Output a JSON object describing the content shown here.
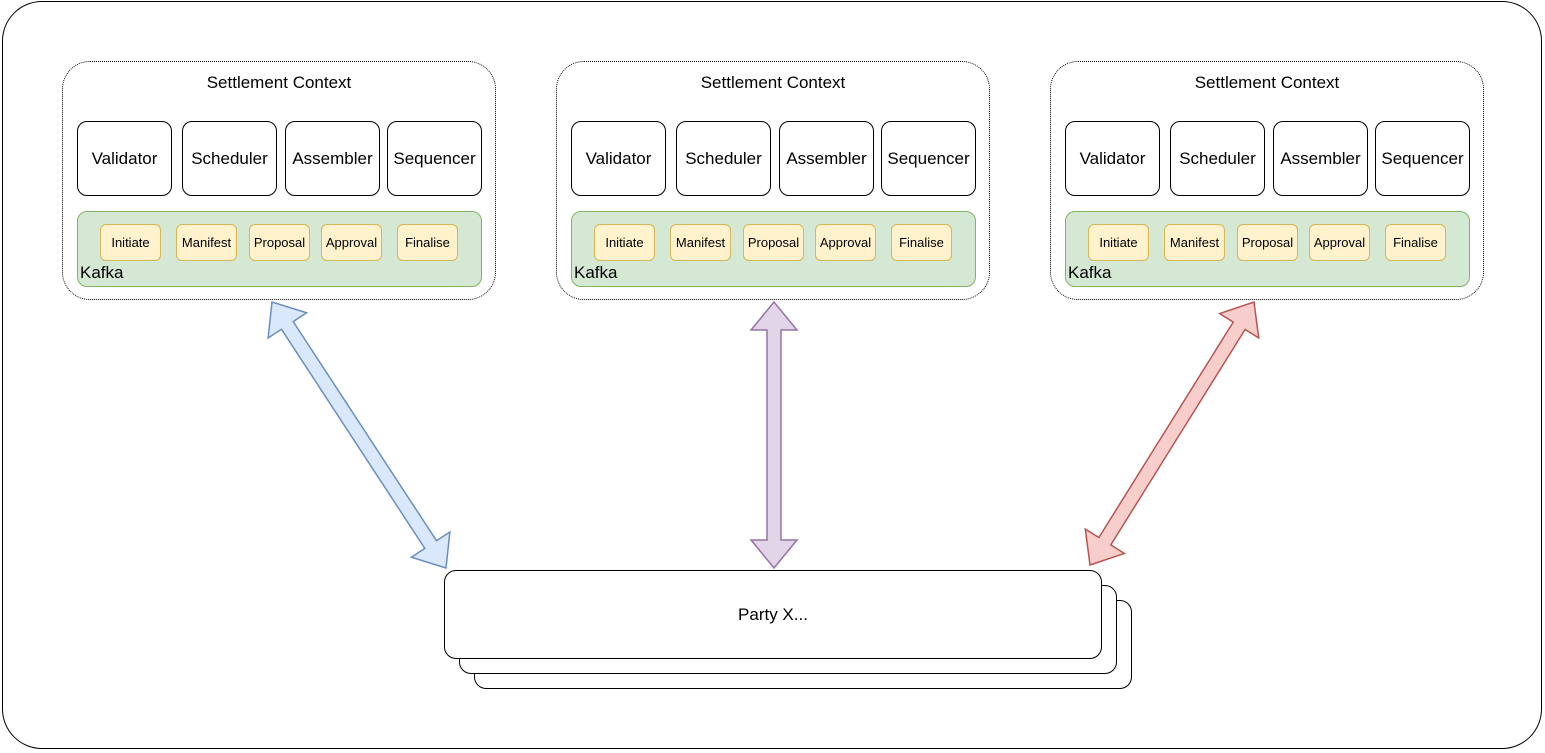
{
  "contexts": [
    {
      "title": "Settlement Context",
      "services": [
        "Validator",
        "Scheduler",
        "Assembler",
        "Sequencer"
      ],
      "kafka_label": "Kafka",
      "topics": [
        "Initiate",
        "Manifest",
        "Proposal",
        "Approval",
        "Finalise"
      ]
    },
    {
      "title": "Settlement Context",
      "services": [
        "Validator",
        "Scheduler",
        "Assembler",
        "Sequencer"
      ],
      "kafka_label": "Kafka",
      "topics": [
        "Initiate",
        "Manifest",
        "Proposal",
        "Approval",
        "Finalise"
      ]
    },
    {
      "title": "Settlement Context",
      "services": [
        "Validator",
        "Scheduler",
        "Assembler",
        "Sequencer"
      ],
      "kafka_label": "Kafka",
      "topics": [
        "Initiate",
        "Manifest",
        "Proposal",
        "Approval",
        "Finalise"
      ]
    }
  ],
  "party": {
    "label": "Party X..."
  },
  "arrows": [
    {
      "from": "party",
      "to": "context-1",
      "fill": "#dae8fc",
      "stroke": "#6c8ebf"
    },
    {
      "from": "party",
      "to": "context-2",
      "fill": "#e1d5e7",
      "stroke": "#9673a6"
    },
    {
      "from": "party",
      "to": "context-3",
      "fill": "#f8cecc",
      "stroke": "#b85450"
    }
  ],
  "colors": {
    "kafka_fill": "#d5e8d4",
    "kafka_stroke": "#82b366",
    "topic_fill": "#fff2cc",
    "topic_stroke": "#d6b656"
  }
}
